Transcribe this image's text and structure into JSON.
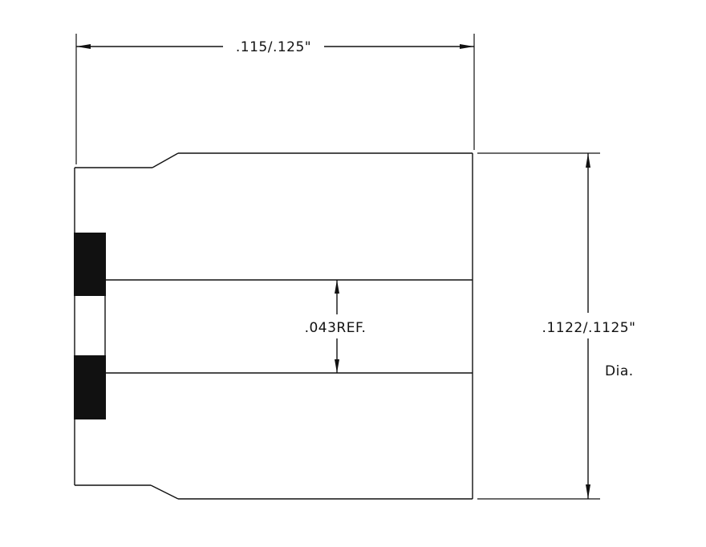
{
  "dimensions": {
    "length": ".115/.125\"",
    "bore": ".043REF.",
    "diameter": ".1122/.1125\"",
    "diameter_suffix": "Dia."
  },
  "colors": {
    "line": "#111111",
    "fill": "#111111",
    "background": "#ffffff"
  }
}
